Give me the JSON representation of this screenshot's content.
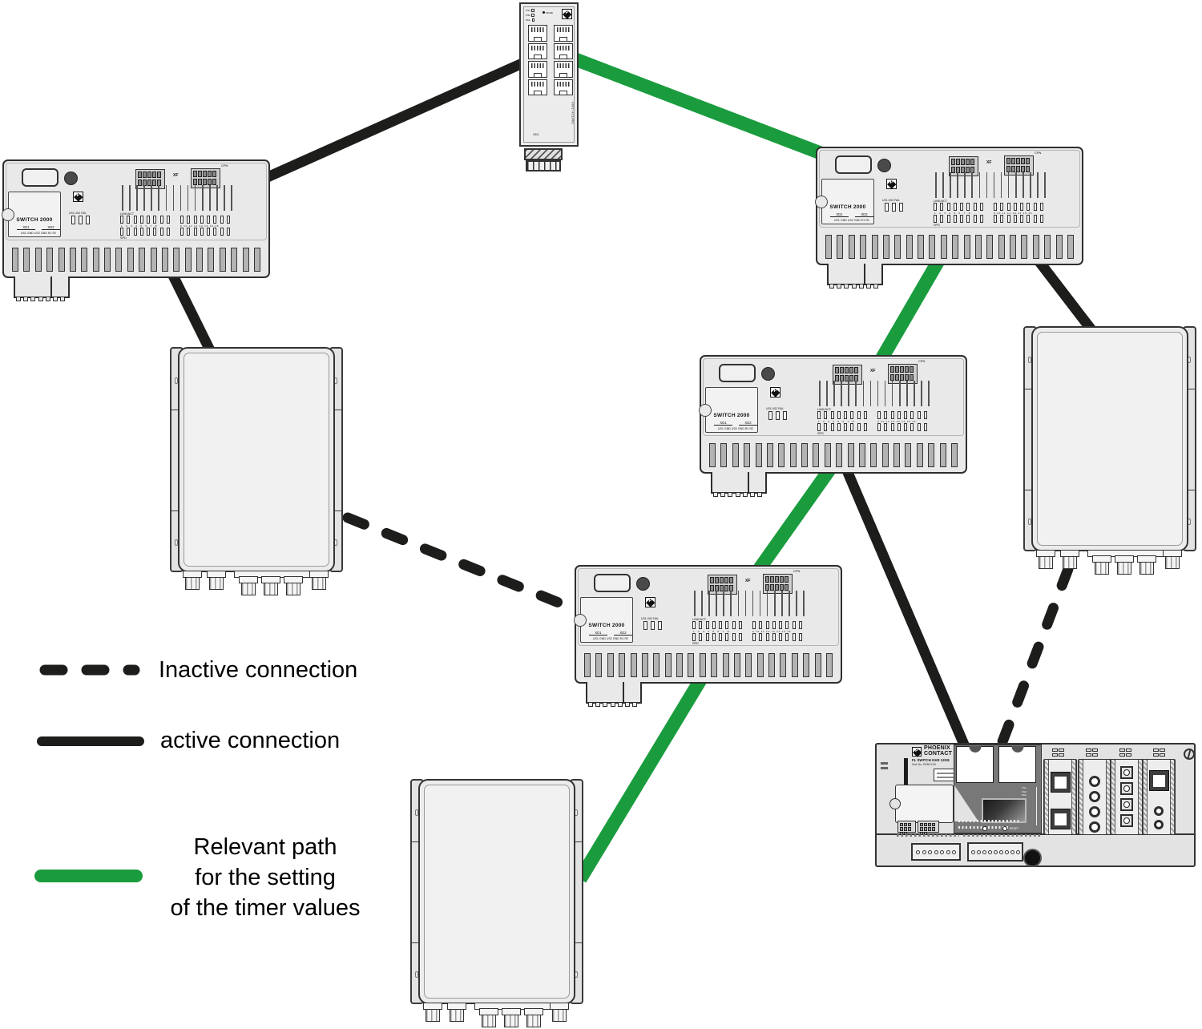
{
  "legend": {
    "inactive_label": "Inactive connection",
    "active_label": "active connection",
    "relevant_line1": "Relevant path",
    "relevant_line2": "for the setting",
    "relevant_line3": "of the timer values"
  },
  "colors": {
    "active_connection": "#1d1d1b",
    "inactive_connection": "#1d1d1b",
    "relevant_path": "#1a9c3e"
  },
  "switch2000": {
    "model": "SWITCH 2000",
    "xf_label": "XF",
    "cpn_label": "CPN",
    "power_led_labels": "US1 US2 FAIL",
    "linkact_label": "LINK/ACT",
    "spd_label": "SPD",
    "xd1_label": "XD1",
    "xd2_label": "XD2",
    "terminal_labels": "US1 GND US2 GND R1 R2",
    "port_numbers_1_8": "1 2 3 4 5 6 7 8",
    "port_numbers_9_16": "9 10 11 12 13 14 15 16"
  },
  "rack_switch": {
    "model": "SWITCH 2000",
    "led1": "US1",
    "led2": "US2",
    "led3": "FAIL",
    "mode_label": "MODE",
    "xd1_label": "XD1"
  },
  "phoenix_switch": {
    "brand_line1": "PHOENIX",
    "brand_line2": "CONTACT",
    "model": "FL SWITCH GHS 12G8",
    "order_no": "Ord. No. 29 89 XXX",
    "reset_label": "RESET",
    "led1": "US1",
    "led2": "US2",
    "led3": "FAIL"
  }
}
